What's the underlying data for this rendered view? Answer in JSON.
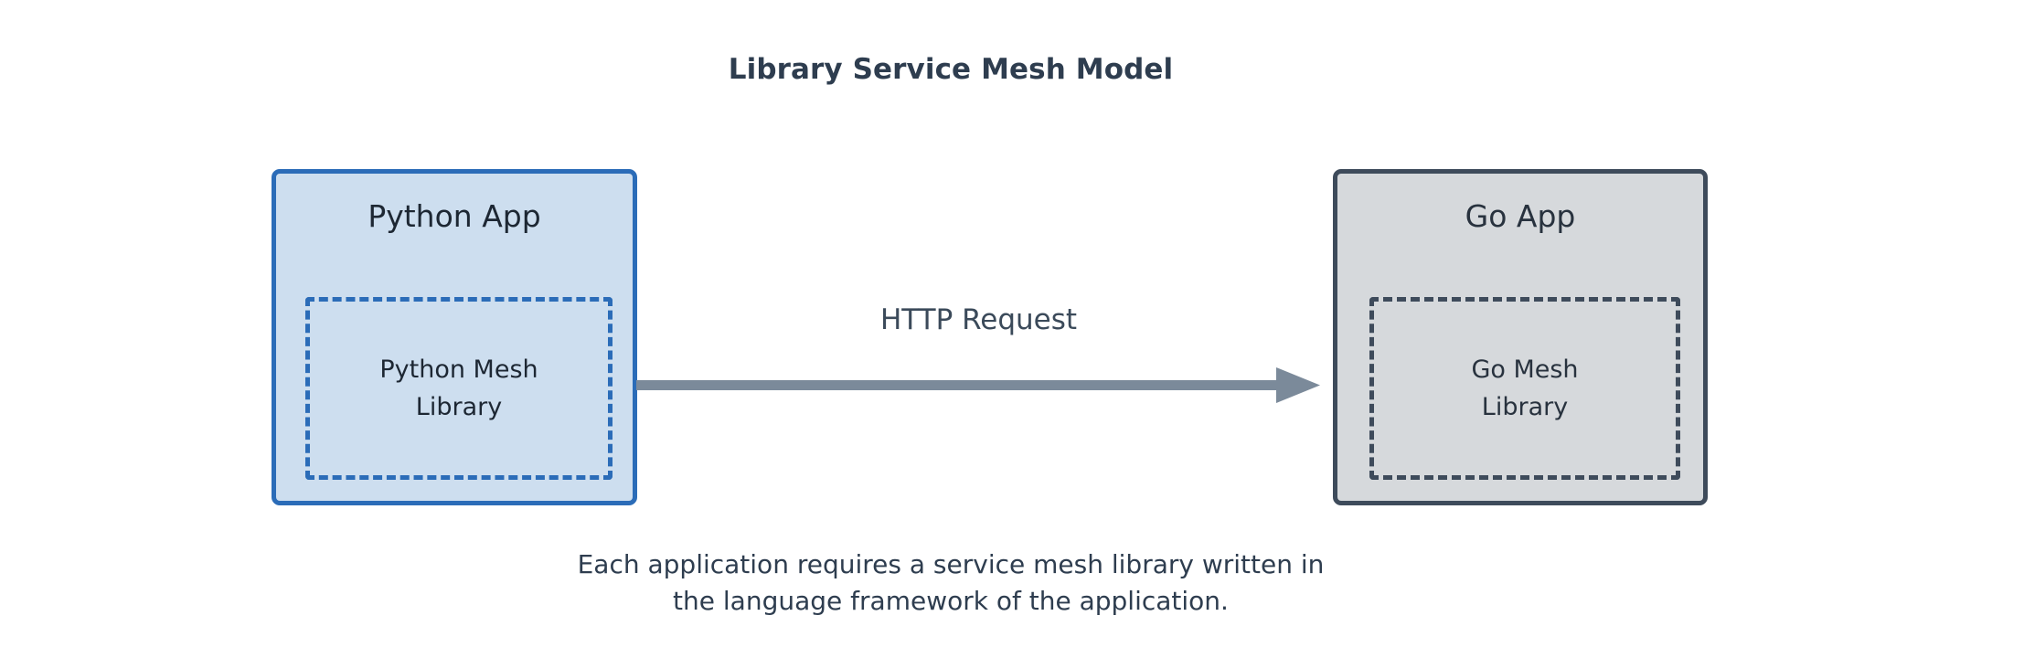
{
  "diagram": {
    "title": "Library Service Mesh Model",
    "caption": {
      "line1": "Each application requires a service mesh library written in",
      "line2": "the language framework of the application."
    },
    "colors": {
      "background": "#ffffff",
      "title_text": "#2e3d4f",
      "python_box_fill": "#cddeef",
      "python_box_border": "#2b6cb8",
      "go_box_fill": "#d6d9dc",
      "go_box_border": "#3e4b5b",
      "arrow": "#7b8a9a",
      "body_text": "#1d2733"
    },
    "nodes": [
      {
        "id": "python-app",
        "title": "Python App",
        "library_label_line1": "Python Mesh",
        "library_label_line2": "Library"
      },
      {
        "id": "go-app",
        "title": "Go App",
        "library_label_line1": "Go Mesh",
        "library_label_line2": "Library"
      }
    ],
    "connector": {
      "label": "HTTP Request",
      "from": "python-app",
      "to": "go-app",
      "direction": "right"
    }
  }
}
